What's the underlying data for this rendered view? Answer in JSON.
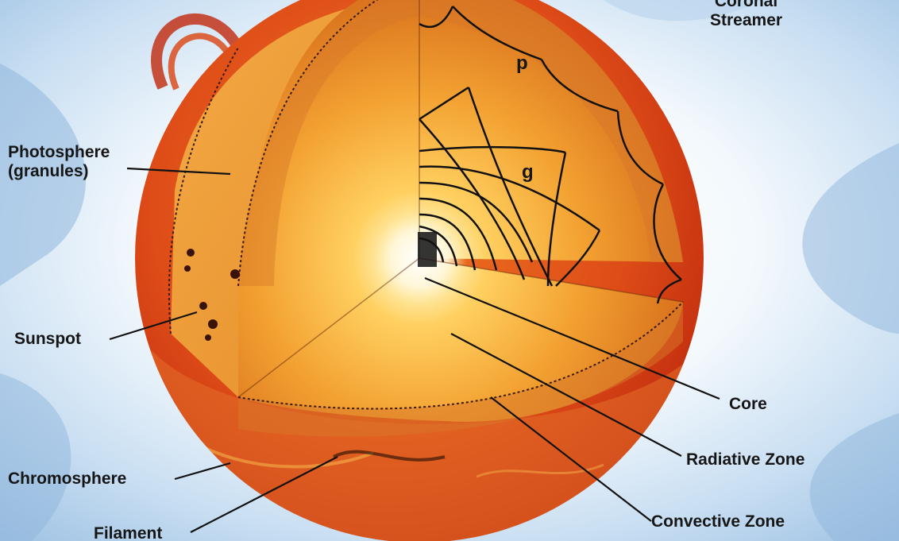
{
  "labels": {
    "coronal_streamer": "Coronal\nStreamer",
    "photosphere": "Photosphere\n(granules)",
    "sunspot": "Sunspot",
    "chromosphere": "Chromosphere",
    "filament": "Filament",
    "core": "Core",
    "radiative_zone": "Radiative Zone",
    "convective_zone": "Convective Zone",
    "p_mode": "p",
    "g_mode": "g"
  },
  "colors": {
    "sky": "#d9e9f6",
    "sky_glow": "#ffffff",
    "sun_outer": "#d83a14",
    "sun_surface": "#e86a1c",
    "photosphere": "#f2a33a",
    "convective": "#e58a2e",
    "radiative": "#f7b24a",
    "core": "#ffffff",
    "line": "#1a1a1a"
  }
}
